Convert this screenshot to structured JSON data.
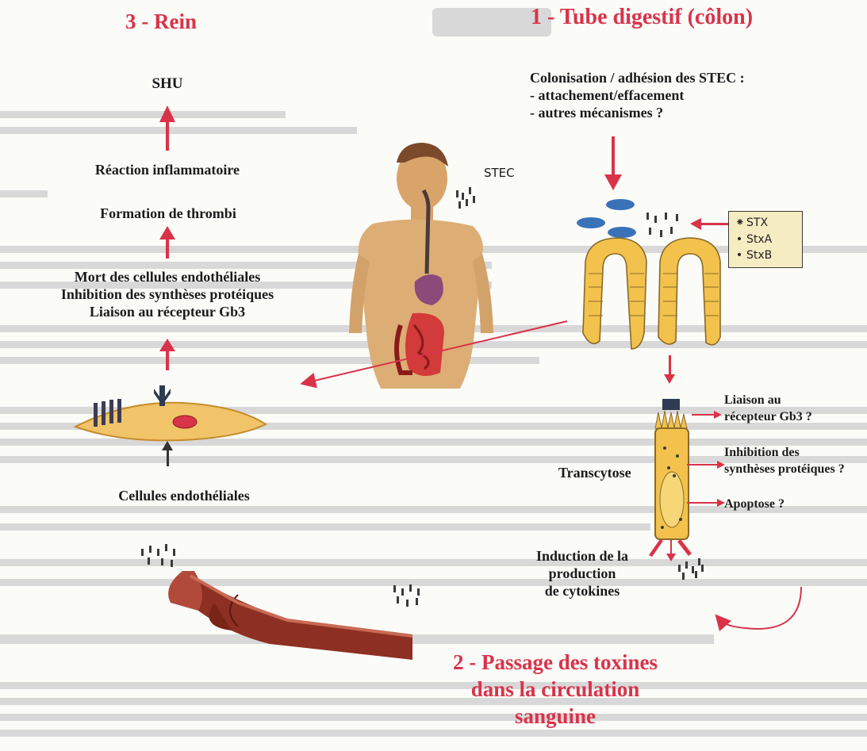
{
  "sections": {
    "rein": "3 - Rein",
    "tube": "1 - Tube digestif (côlon)",
    "passage": [
      "2 -  Passage des toxines",
      "dans la circulation",
      "sanguine"
    ]
  },
  "rein_steps": {
    "shu": "SHU",
    "inflammation": "Réaction inflammatoire",
    "thrombi": "Formation de thrombi",
    "mechanisms": [
      "Mort des cellules endothéliales",
      "Inhibition des synthèses protéiques",
      "Liaison au récepteur Gb3"
    ],
    "cells": "Cellules endothéliales"
  },
  "colon": {
    "colonisation": [
      "Colonisation / adhésion des STEC :",
      "- attachement/effacement",
      "- autres mécanismes ?"
    ],
    "stec": "STEC",
    "legend": [
      {
        "symbol": "stx",
        "label": "STX"
      },
      {
        "symbol": "dot",
        "label": "StxA"
      },
      {
        "symbol": "dot",
        "label": "StxB"
      }
    ]
  },
  "cell_labels": {
    "liaison": [
      "Liaison au",
      "récepteur Gb3 ?"
    ],
    "inhibition": [
      "Inhibition des",
      "synthèses protéiques ?"
    ],
    "apoptose": "Apoptose ?",
    "transcytose": "Transcytose",
    "induction": [
      "Induction de la",
      "production",
      "de cytokines"
    ]
  },
  "colors": {
    "accent_red": "#d9334a",
    "cell_yellow": "#f2c24c",
    "vessel": "#9c3a2a",
    "legend_bg": "#f6ecc2"
  }
}
